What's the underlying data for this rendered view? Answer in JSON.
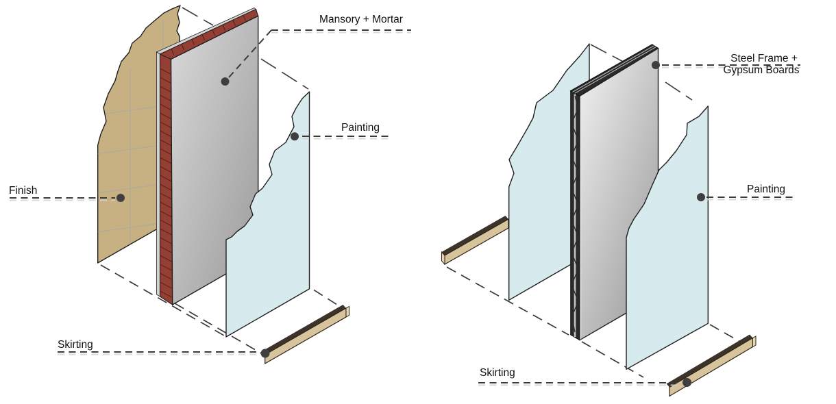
{
  "left_diagram": {
    "name": "masonry-wall-assembly",
    "labels": {
      "masonry": "Mansory + Mortar",
      "painting": "Painting",
      "finish": "Finish",
      "skirting": "Skirting"
    }
  },
  "right_diagram": {
    "name": "drywall-assembly",
    "labels": {
      "frame_line1": "Steel Frame +",
      "frame_line2": "Gypsum Boards",
      "painting": "Painting",
      "skirting": "Skirting"
    }
  },
  "colors": {
    "background": "#ffffff",
    "finish_tan": "#c7b183",
    "brick_red": "#943f34",
    "brick_dark": "#5c241c",
    "mortar_light": "#d9d9d9",
    "mortar_dark": "#9a9a9a",
    "paint_blue": "#d7eaee",
    "steel_dark": "#2b2b2b",
    "gypsum_light": "#efefef",
    "gypsum_dark": "#999999",
    "skirting_tan": "#d8c49c",
    "skirting_cap": "#3c332a",
    "skirting_end": "#e6d5b1",
    "line": "#3a3a3a",
    "line_shadow": "#d2d2d2",
    "dot": "#3f3f3f",
    "text": "#111111"
  }
}
